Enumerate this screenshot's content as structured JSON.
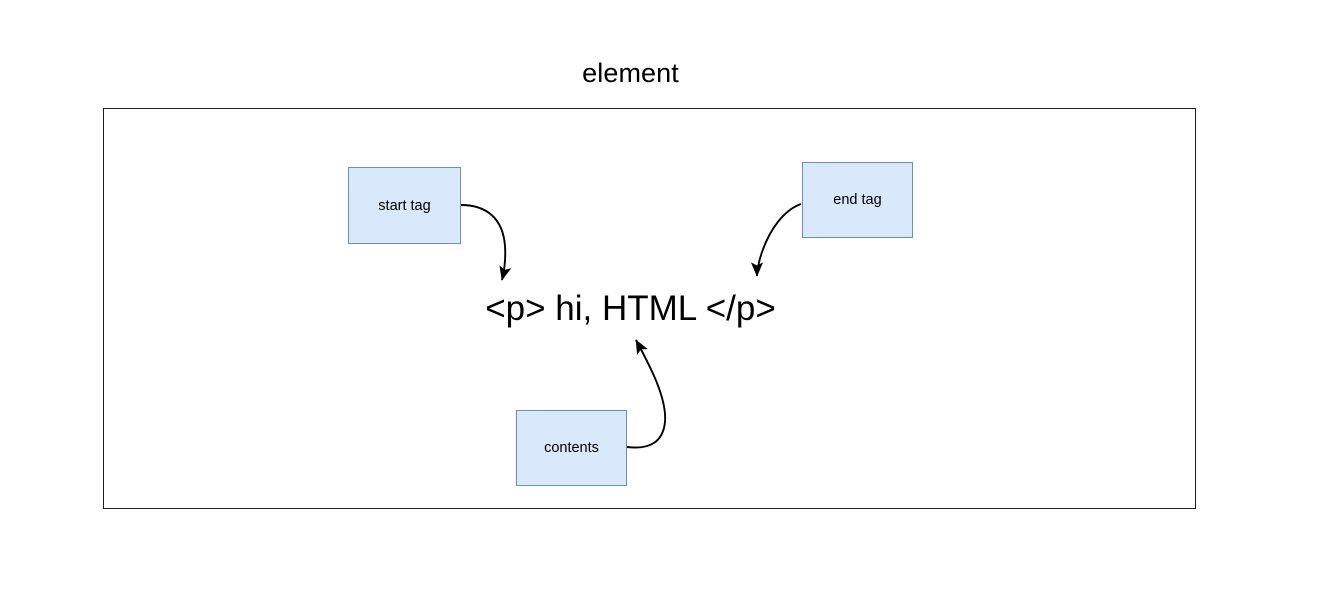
{
  "diagram": {
    "title": "element",
    "code_text": "<p> hi, HTML </p>",
    "boxes": [
      {
        "id": "start-tag",
        "label": "start tag"
      },
      {
        "id": "end-tag",
        "label": "end tag"
      },
      {
        "id": "contents",
        "label": "contents"
      }
    ],
    "annotations": [
      {
        "from": "start tag",
        "to": "<p>",
        "style": "curved-arrow"
      },
      {
        "from": "end tag",
        "to": "</p>",
        "style": "curved-arrow"
      },
      {
        "from": "contents",
        "to": "hi, HTML",
        "style": "curved-arrow"
      }
    ],
    "colors": {
      "box_fill": "#dae8fc",
      "box_stroke": "#6c8ebf",
      "frame_stroke": "#1b1b1b",
      "arrow_stroke": "#000000",
      "background": "#ffffff",
      "text": "#000000"
    }
  }
}
